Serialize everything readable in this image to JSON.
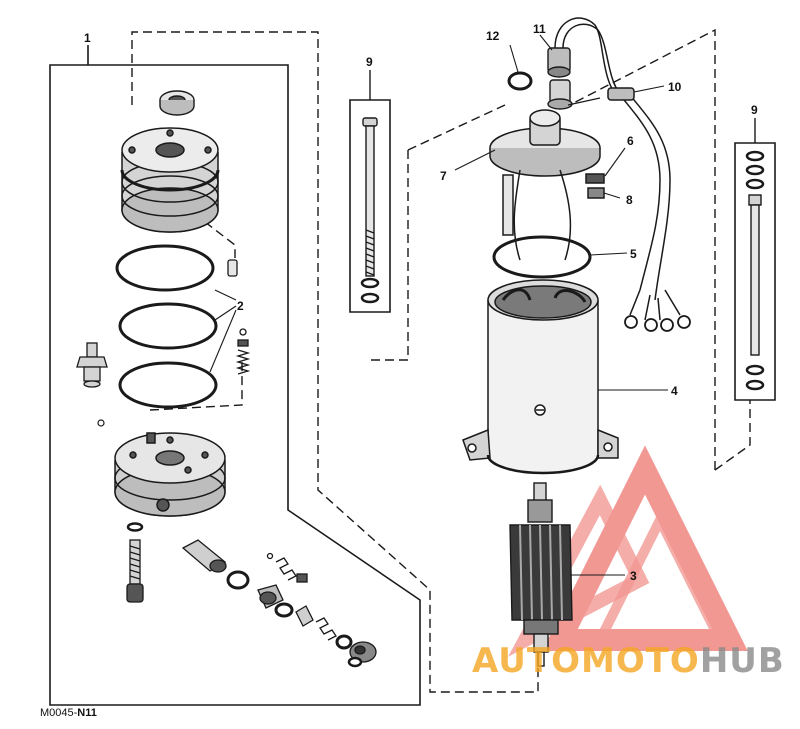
{
  "diagram": {
    "callouts": {
      "c1": "1",
      "c2": "2",
      "c3": "3",
      "c4": "4",
      "c5": "5",
      "c6": "6",
      "c7": "7",
      "c8": "8",
      "c9a": "9",
      "c9b": "9",
      "c10": "10",
      "c11": "11",
      "c12": "12"
    },
    "figure_code_prefix": "M0045-",
    "figure_code_bold": "N11",
    "colors": {
      "ink": "#1a1a1a",
      "metal_light": "#e6e6e6",
      "metal_mid": "#bdbdbd",
      "metal_dark": "#555555",
      "watermark_red": "#e8453c",
      "watermark_orange": "#f5a623",
      "watermark_gray": "#8a8a8a"
    }
  },
  "watermark": {
    "part1": "AUTO",
    "part2": "MOTO",
    "part3": "HUB"
  }
}
